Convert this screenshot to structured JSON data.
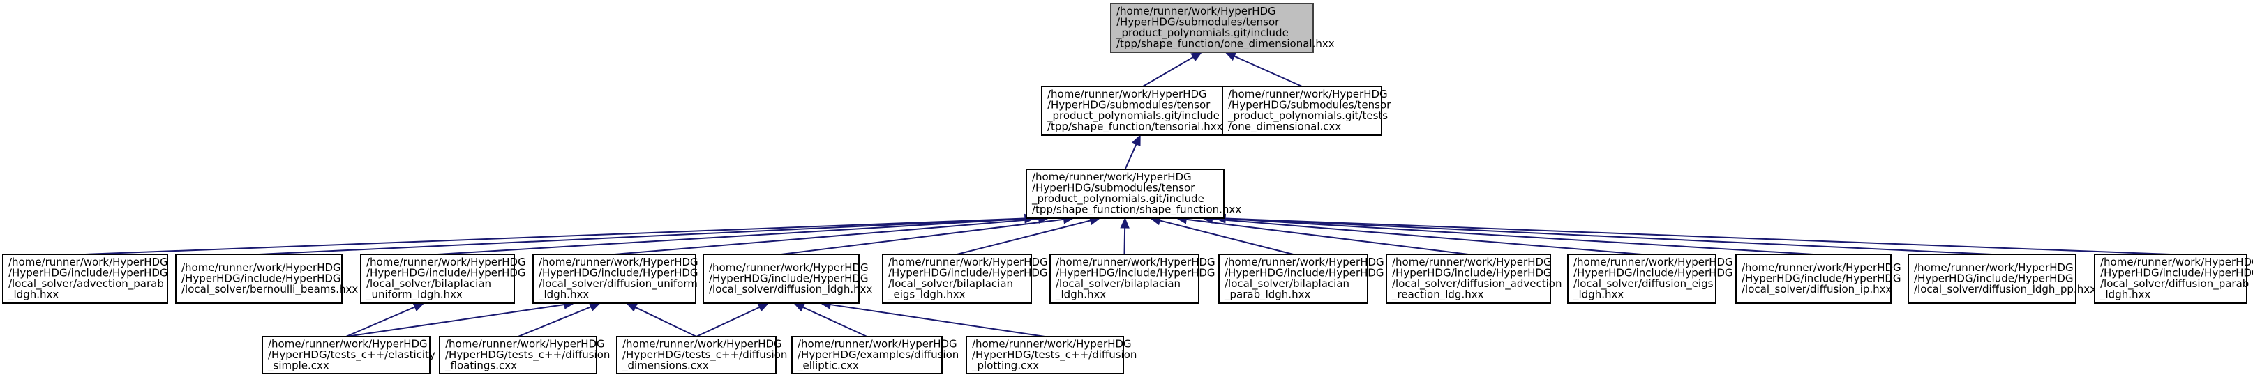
{
  "graph": {
    "nodes": [
      {
        "id": "n0",
        "root": true,
        "lines": [
          "/home/runner/work/HyperHDG",
          "/HyperHDG/submodules/tensor",
          "_product_polynomials.git/include",
          "/tpp/shape_function/one_dimensional.hxx"
        ]
      },
      {
        "id": "n1",
        "lines": [
          "/home/runner/work/HyperHDG",
          "/HyperHDG/submodules/tensor",
          "_product_polynomials.git/include",
          "/tpp/shape_function/tensorial.hxx"
        ]
      },
      {
        "id": "n2",
        "lines": [
          "/home/runner/work/HyperHDG",
          "/HyperHDG/submodules/tensor",
          "_product_polynomials.git/tests",
          "/one_dimensional.cxx"
        ]
      },
      {
        "id": "n3",
        "lines": [
          "/home/runner/work/HyperHDG",
          "/HyperHDG/submodules/tensor",
          "_product_polynomials.git/include",
          "/tpp/shape_function/shape_function.hxx"
        ]
      },
      {
        "id": "n4",
        "lines": [
          "/home/runner/work/HyperHDG",
          "/HyperHDG/include/HyperHDG",
          "/local_solver/advection_parab",
          "_ldgh.hxx"
        ]
      },
      {
        "id": "n5",
        "lines": [
          "/home/runner/work/HyperHDG",
          "/HyperHDG/include/HyperHDG",
          "/local_solver/bernoulli_beams.hxx"
        ]
      },
      {
        "id": "n6",
        "lines": [
          "/home/runner/work/HyperHDG",
          "/HyperHDG/include/HyperHDG",
          "/local_solver/bilaplacian",
          "_uniform_ldgh.hxx"
        ]
      },
      {
        "id": "n7",
        "lines": [
          "/home/runner/work/HyperHDG",
          "/HyperHDG/include/HyperHDG",
          "/local_solver/diffusion_uniform",
          "_ldgh.hxx"
        ]
      },
      {
        "id": "n8",
        "lines": [
          "/home/runner/work/HyperHDG",
          "/HyperHDG/include/HyperHDG",
          "/local_solver/diffusion_ldgh.hxx"
        ]
      },
      {
        "id": "n9",
        "lines": [
          "/home/runner/work/HyperHDG",
          "/HyperHDG/include/HyperHDG",
          "/local_solver/bilaplacian",
          "_eigs_ldgh.hxx"
        ]
      },
      {
        "id": "n10",
        "lines": [
          "/home/runner/work/HyperHDG",
          "/HyperHDG/include/HyperHDG",
          "/local_solver/bilaplacian",
          "_ldgh.hxx"
        ]
      },
      {
        "id": "n11",
        "lines": [
          "/home/runner/work/HyperHDG",
          "/HyperHDG/include/HyperHDG",
          "/local_solver/bilaplacian",
          "_parab_ldgh.hxx"
        ]
      },
      {
        "id": "n12",
        "lines": [
          "/home/runner/work/HyperHDG",
          "/HyperHDG/include/HyperHDG",
          "/local_solver/diffusion_advection",
          "_reaction_ldg.hxx"
        ]
      },
      {
        "id": "n13",
        "lines": [
          "/home/runner/work/HyperHDG",
          "/HyperHDG/include/HyperHDG",
          "/local_solver/diffusion_eigs",
          "_ldgh.hxx"
        ]
      },
      {
        "id": "n14",
        "lines": [
          "/home/runner/work/HyperHDG",
          "/HyperHDG/include/HyperHDG",
          "/local_solver/diffusion_ip.hxx"
        ]
      },
      {
        "id": "n15",
        "lines": [
          "/home/runner/work/HyperHDG",
          "/HyperHDG/include/HyperHDG",
          "/local_solver/diffusion_ldgh_pp.hxx"
        ]
      },
      {
        "id": "n16",
        "lines": [
          "/home/runner/work/HyperHDG",
          "/HyperHDG/include/HyperHDG",
          "/local_solver/diffusion_parab",
          "_ldgh.hxx"
        ]
      },
      {
        "id": "n17",
        "lines": [
          "/home/runner/work/HyperHDG",
          "/HyperHDG/tests_c++/elasticity",
          "_simple.cxx"
        ]
      },
      {
        "id": "n18",
        "lines": [
          "/home/runner/work/HyperHDG",
          "/HyperHDG/tests_c++/diffusion",
          "_floatings.cxx"
        ]
      },
      {
        "id": "n19",
        "lines": [
          "/home/runner/work/HyperHDG",
          "/HyperHDG/tests_c++/diffusion",
          "_dimensions.cxx"
        ]
      },
      {
        "id": "n20",
        "lines": [
          "/home/runner/work/HyperHDG",
          "/HyperHDG/examples/diffusion",
          "_elliptic.cxx"
        ]
      },
      {
        "id": "n21",
        "lines": [
          "/home/runner/work/HyperHDG",
          "/HyperHDG/tests_c++/diffusion",
          "_plotting.cxx"
        ]
      }
    ],
    "edges": [
      [
        "n1",
        "n0"
      ],
      [
        "n2",
        "n0"
      ],
      [
        "n3",
        "n1"
      ],
      [
        "n4",
        "n3"
      ],
      [
        "n5",
        "n3"
      ],
      [
        "n6",
        "n3"
      ],
      [
        "n7",
        "n3"
      ],
      [
        "n8",
        "n3"
      ],
      [
        "n9",
        "n3"
      ],
      [
        "n10",
        "n3"
      ],
      [
        "n11",
        "n3"
      ],
      [
        "n12",
        "n3"
      ],
      [
        "n13",
        "n3"
      ],
      [
        "n14",
        "n3"
      ],
      [
        "n15",
        "n3"
      ],
      [
        "n16",
        "n3"
      ],
      [
        "n17",
        "n6"
      ],
      [
        "n17",
        "n7"
      ],
      [
        "n18",
        "n7"
      ],
      [
        "n19",
        "n7"
      ],
      [
        "n19",
        "n8"
      ],
      [
        "n20",
        "n8"
      ],
      [
        "n21",
        "n8"
      ]
    ]
  }
}
